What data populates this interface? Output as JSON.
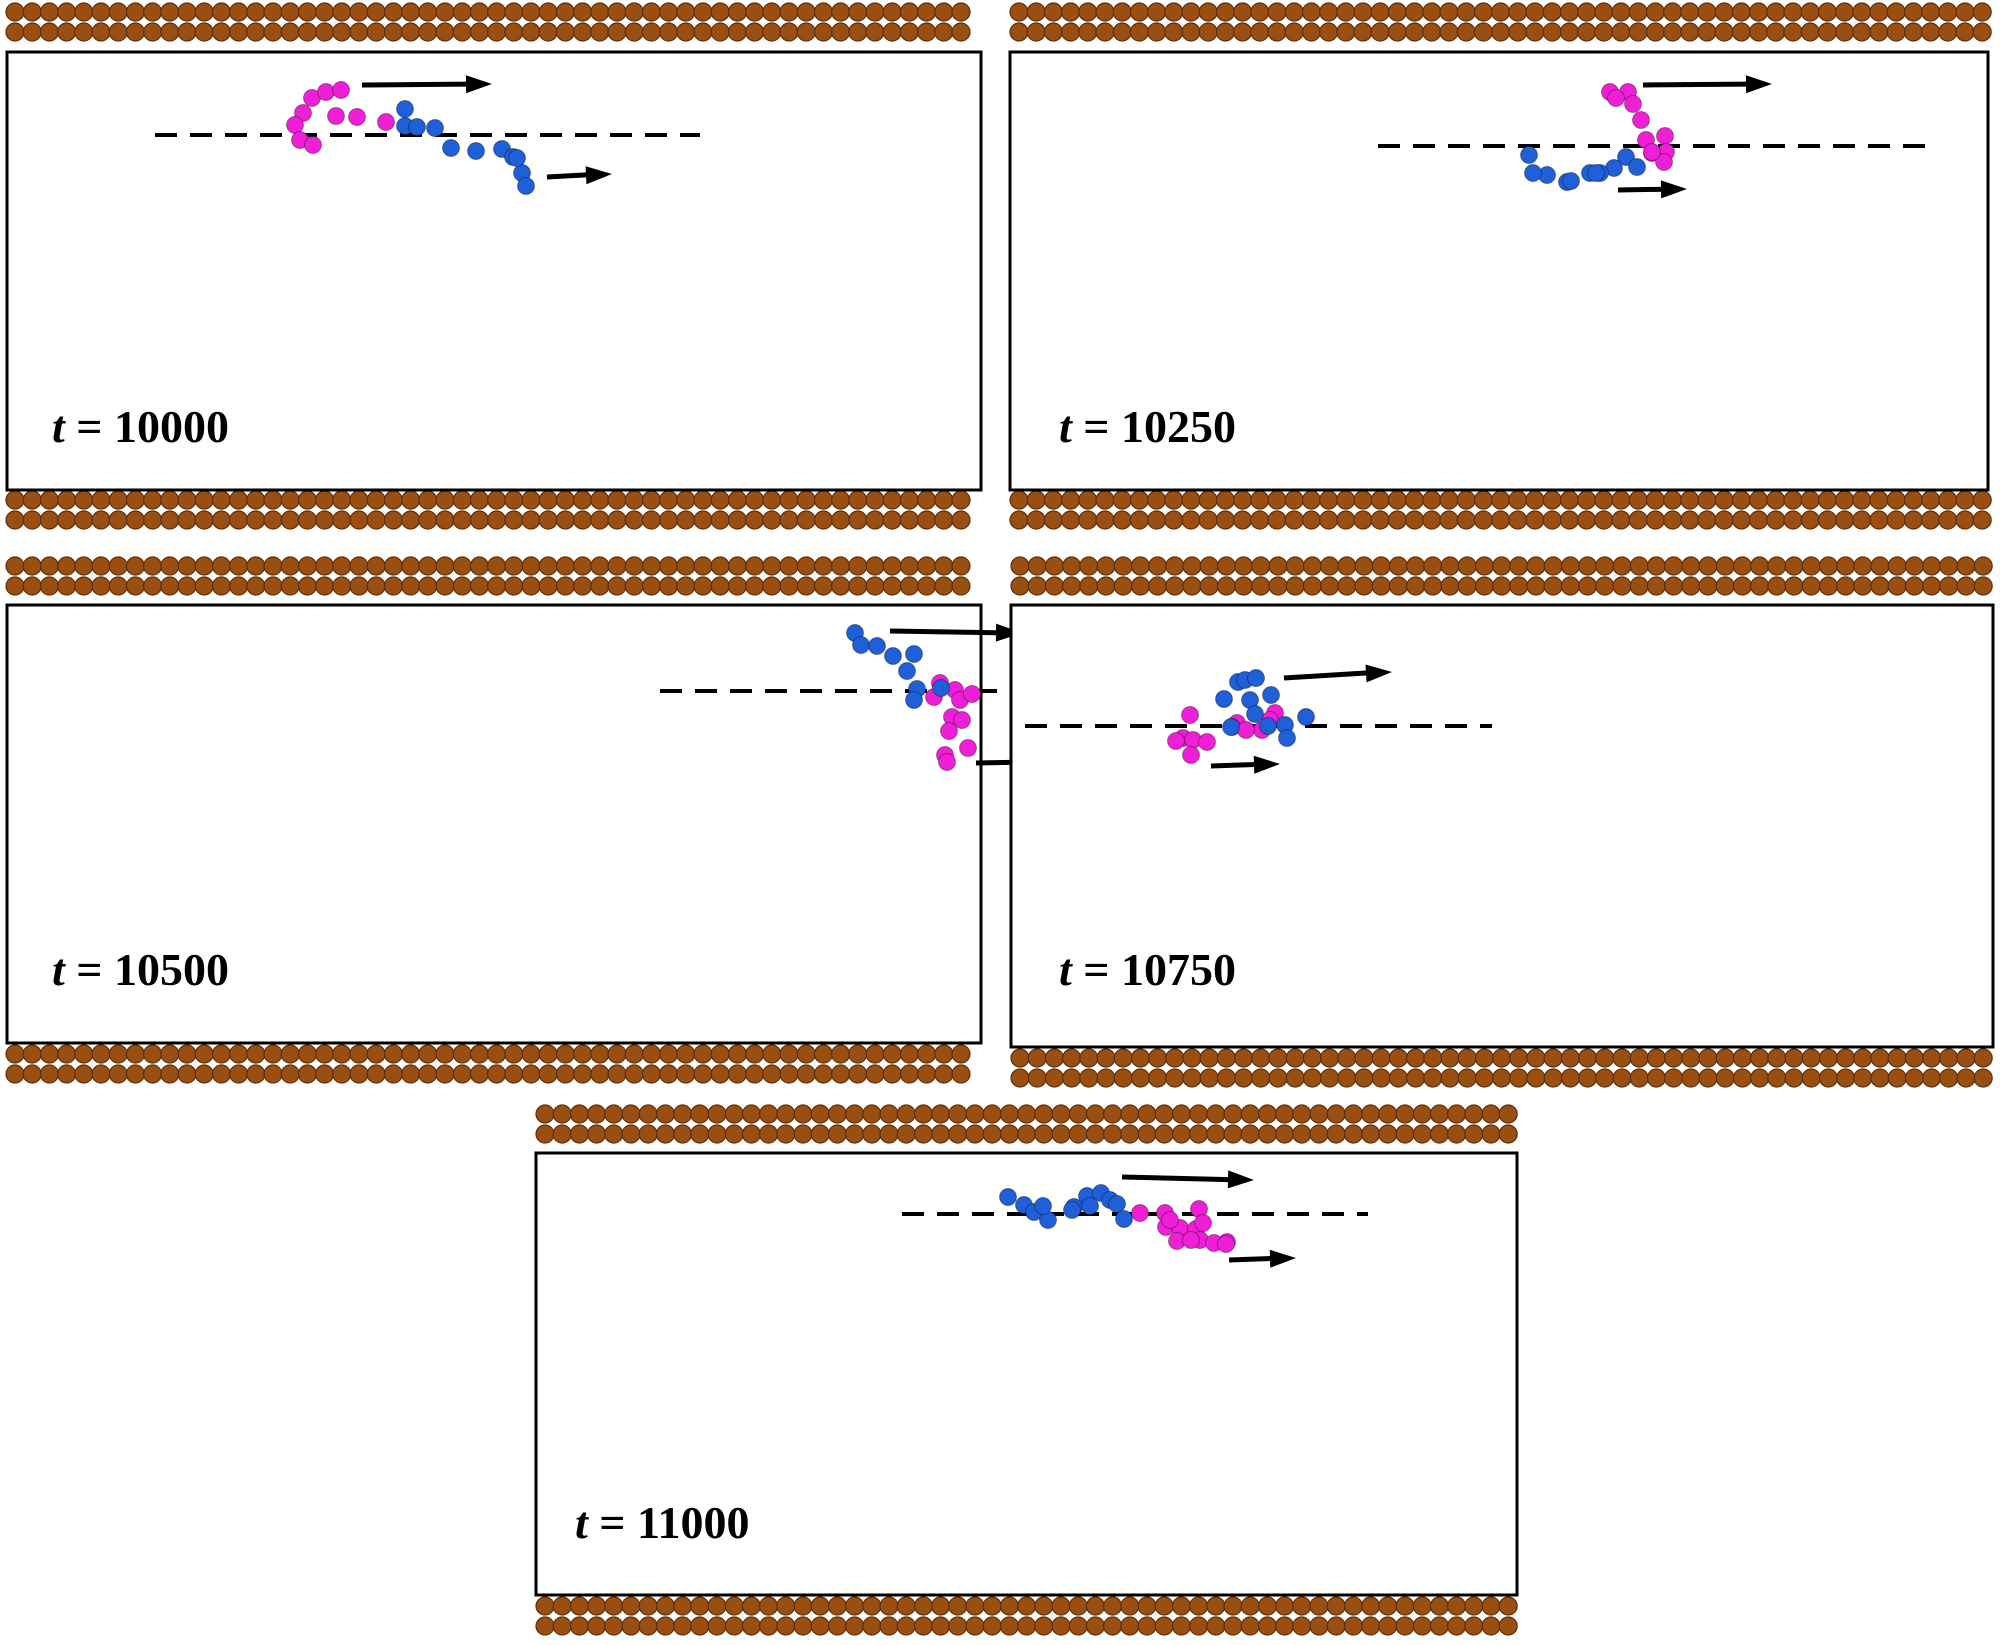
{
  "colors": {
    "wall_bead": "#9a4f12",
    "wall_bead_edge": "#5e2e08",
    "chain_a": "#ee1fd6",
    "chain_b": "#1f5fd8",
    "box_border": "#000000",
    "arrow": "#000000",
    "dash": "#000000"
  },
  "panels": [
    {
      "id": "p1",
      "time_var": "t",
      "time_eq": " = ",
      "time_value": "10000"
    },
    {
      "id": "p2",
      "time_var": "t",
      "time_eq": " = ",
      "time_value": "10250"
    },
    {
      "id": "p3",
      "time_var": "t",
      "time_eq": " = ",
      "time_value": "10500"
    },
    {
      "id": "p4",
      "time_var": "t",
      "time_eq": " = ",
      "time_value": "10750"
    },
    {
      "id": "p5",
      "time_var": "t",
      "time_eq": " = ",
      "time_value": "11000"
    }
  ]
}
